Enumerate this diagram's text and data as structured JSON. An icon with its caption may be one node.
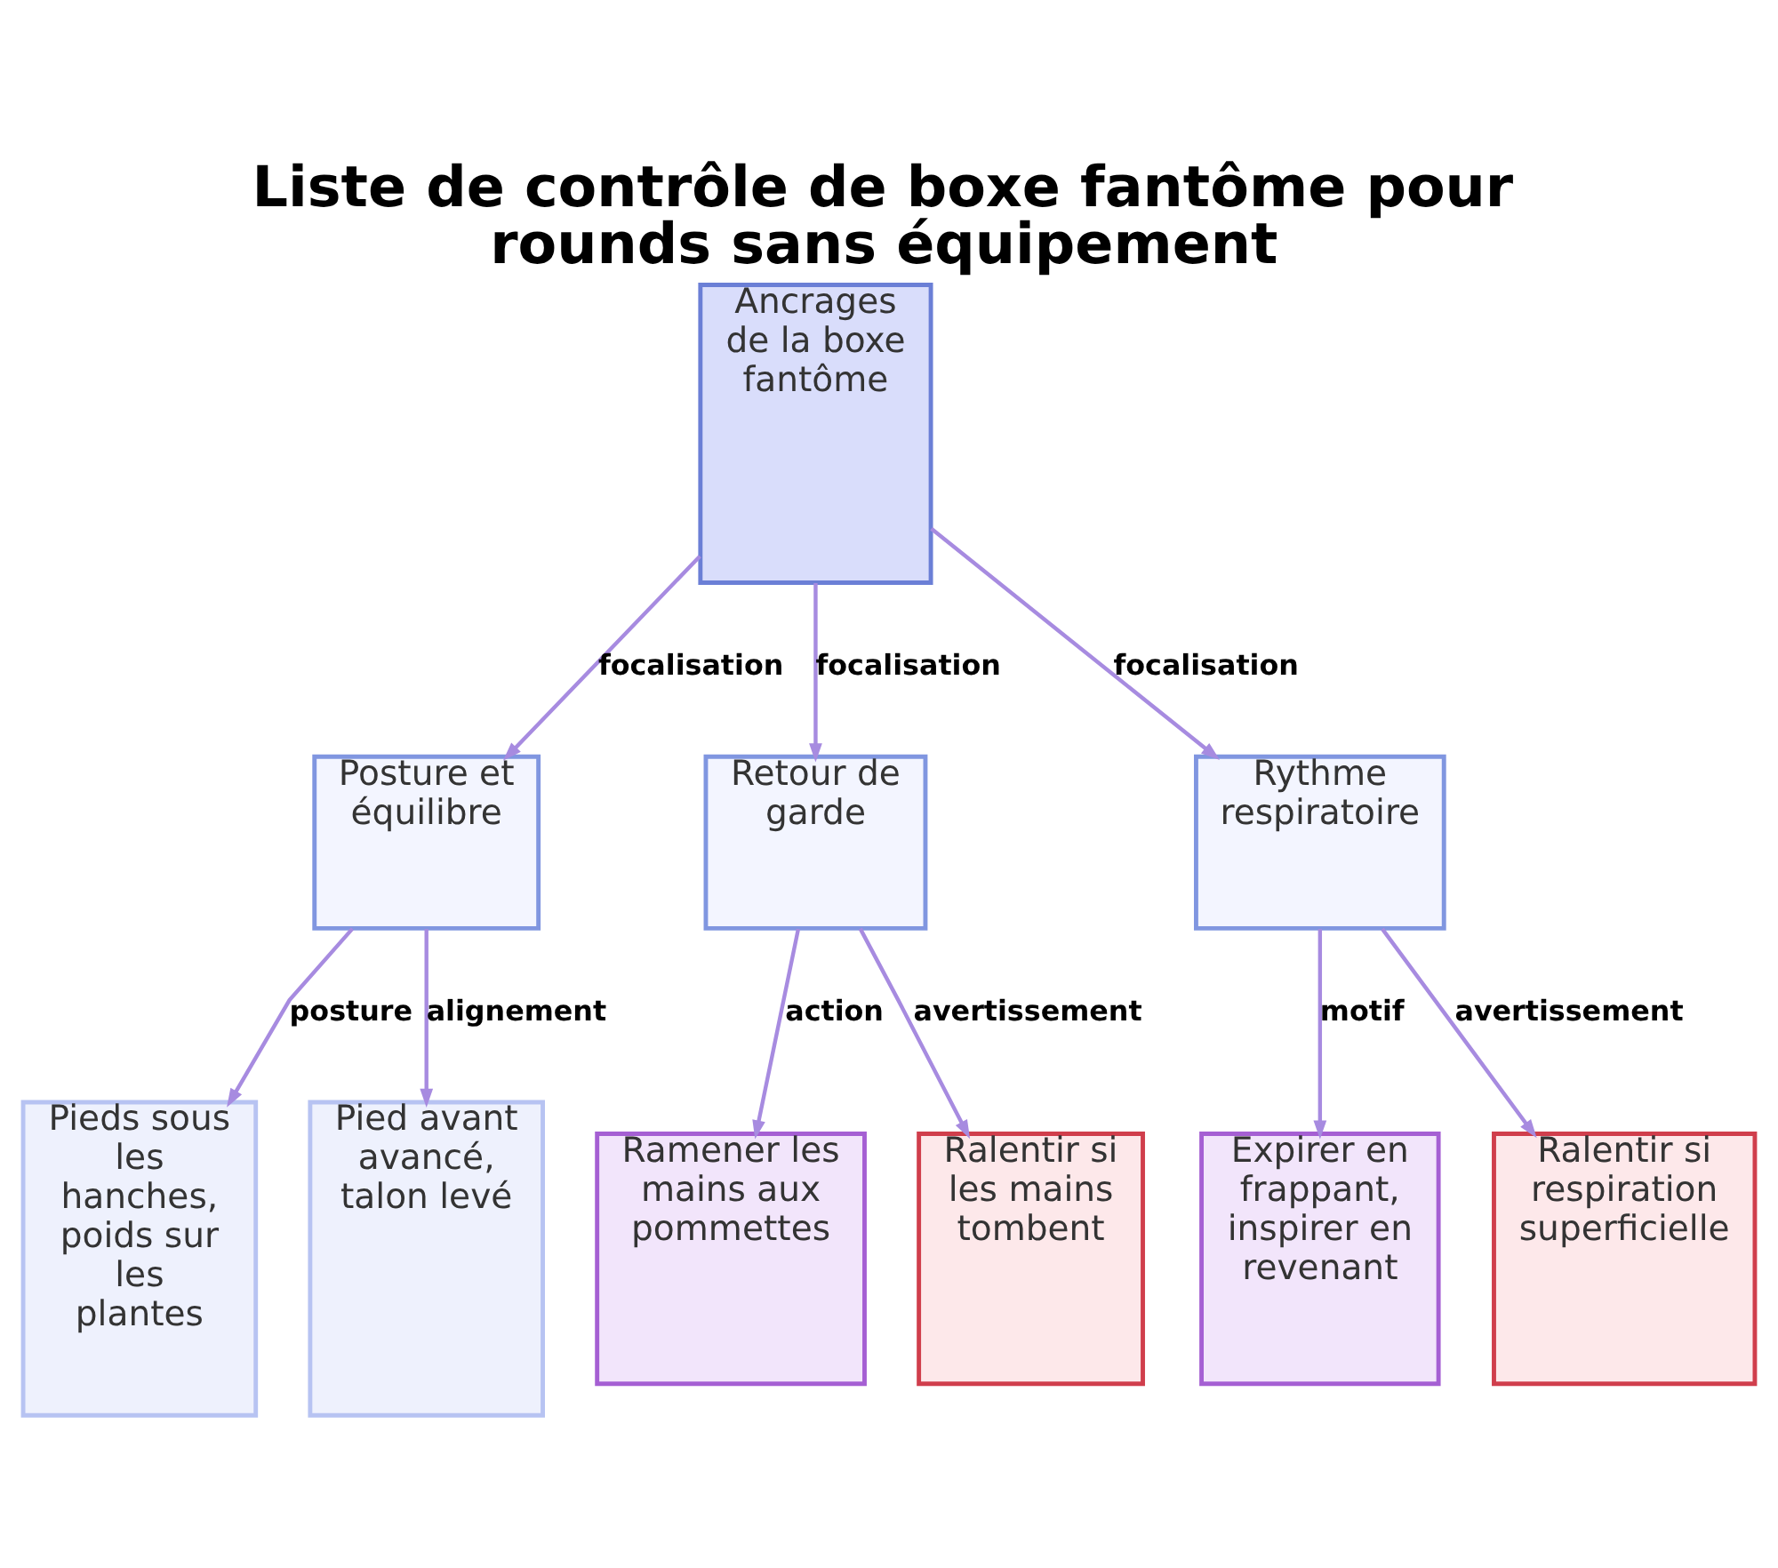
{
  "diagram": {
    "title": "Liste de contrôle de boxe fantôme pour rounds sans équipement",
    "nodes": [
      {
        "text": [
          "Ancrages de la boxe fantôme"
        ]
      },
      {
        "text": [
          "Posture et équilibre"
        ]
      },
      {
        "text": [
          "Retour de garde"
        ]
      },
      {
        "text": [
          "Rythme respiratoire"
        ]
      },
      {
        "text": [
          "Pieds sous les hanches, poids sur les plantes"
        ]
      },
      {
        "text": [
          "Pied avant avancé, talon levé"
        ]
      },
      {
        "text": [
          "Ramener les mains aux pommettes"
        ]
      },
      {
        "text": [
          "Ralentir si les mains tombent"
        ]
      },
      {
        "text": [
          "Expirer en frappant, inspirer en revenant"
        ]
      },
      {
        "text": [
          "Ralentir si respiration superficielle"
        ]
      }
    ],
    "edges": [
      {
        "from": 0,
        "to": 1,
        "arrow": "to",
        "label": "focalisation"
      },
      {
        "from": 0,
        "to": 2,
        "arrow": "to",
        "label": "focalisation"
      },
      {
        "from": 0,
        "to": 3,
        "arrow": "to",
        "label": "focalisation"
      },
      {
        "from": 1,
        "to": 4,
        "arrow": "to",
        "label": "posture"
      },
      {
        "from": 1,
        "to": 5,
        "arrow": "to",
        "label": "alignement"
      },
      {
        "from": 2,
        "to": 6,
        "arrow": "to",
        "label": "action"
      },
      {
        "from": 2,
        "to": 7,
        "arrow": "to",
        "label": "avertissement"
      },
      {
        "from": 3,
        "to": 8,
        "arrow": "to",
        "label": "motif"
      },
      {
        "from": 3,
        "to": 9,
        "arrow": "to",
        "label": "avertissement"
      }
    ]
  }
}
